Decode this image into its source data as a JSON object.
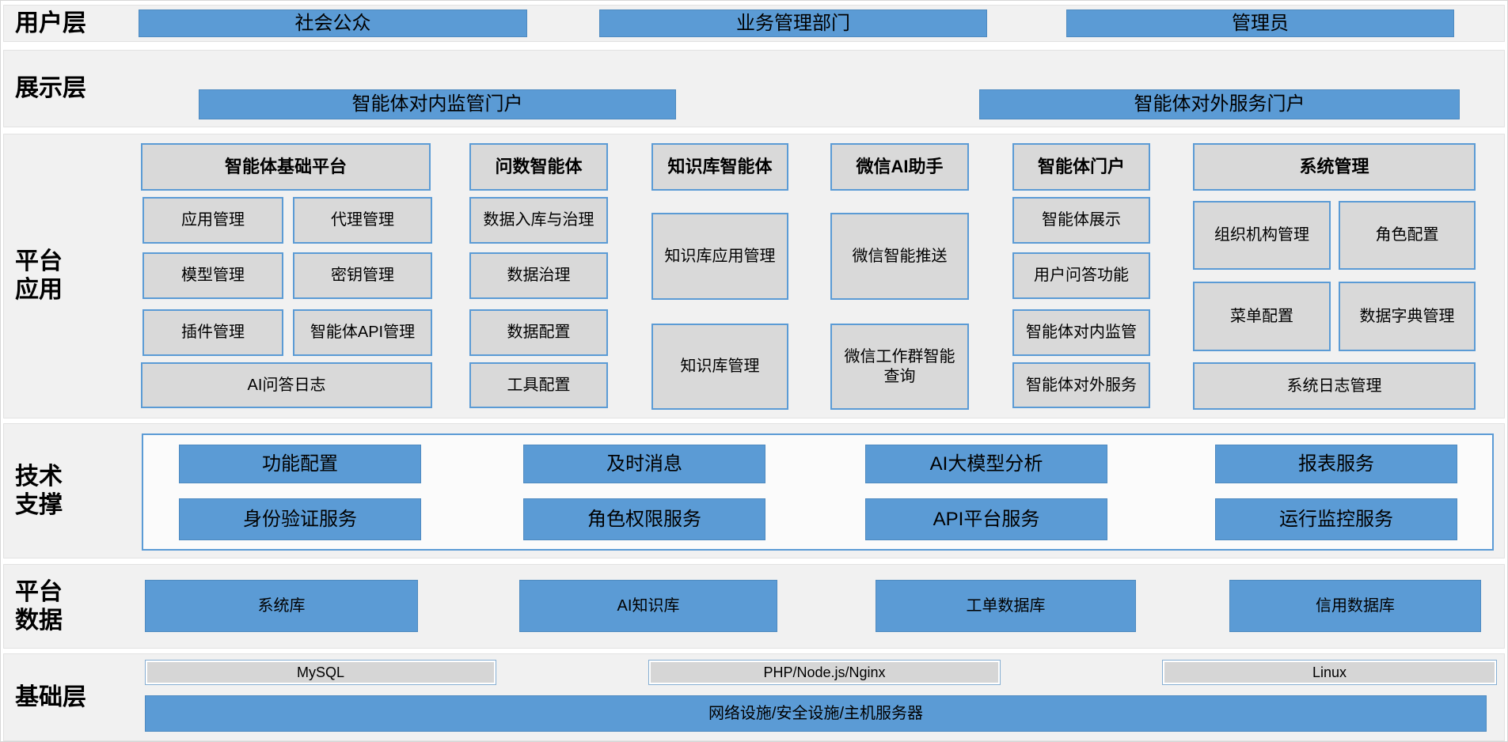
{
  "colors": {
    "accent_blue": "#5b9bd5",
    "box_gray": "#d9d9d9",
    "band_gray": "#f1f1f1"
  },
  "layers": {
    "user": {
      "label": "用户层",
      "boxes": [
        "社会公众",
        "业务管理部门",
        "管理员"
      ]
    },
    "display": {
      "label": "展示层",
      "boxes": [
        "智能体对内监管门户",
        "智能体对外服务门户"
      ]
    },
    "platform_app": {
      "label": "平台\n应用",
      "columns": [
        {
          "header": "智能体基础平台",
          "items": [
            "应用管理",
            "代理管理",
            "模型管理",
            "密钥管理",
            "插件管理",
            "智能体API管理",
            "AI问答日志"
          ]
        },
        {
          "header": "问数智能体",
          "items": [
            "数据入库与治理",
            "数据治理",
            "数据配置",
            "工具配置"
          ]
        },
        {
          "header": "知识库智能体",
          "items": [
            "知识库应用管理",
            "知识库管理"
          ]
        },
        {
          "header": "微信AI助手",
          "items": [
            "微信智能推送",
            "微信工作群智能\n查询"
          ]
        },
        {
          "header": "智能体门户",
          "items": [
            "智能体展示",
            "用户问答功能",
            "智能体对内监管",
            "智能体对外服务"
          ]
        },
        {
          "header": "系统管理",
          "items": [
            "组织机构管理",
            "角色配置",
            "菜单配置",
            "数据字典管理",
            "系统日志管理"
          ]
        }
      ]
    },
    "tech_support": {
      "label": "技术\n支撑",
      "row1": [
        "功能配置",
        "及时消息",
        "AI大模型分析",
        "报表服务"
      ],
      "row2": [
        "身份验证服务",
        "角色权限服务",
        "API平台服务",
        "运行监控服务"
      ]
    },
    "platform_data": {
      "label": "平台\n数据",
      "boxes": [
        "系统库",
        "AI知识库",
        "工单数据库",
        "信用数据库"
      ]
    },
    "infrastructure": {
      "label": "基础层",
      "tech_stack": [
        "MySQL",
        "PHP/Node.js/Nginx",
        "Linux"
      ],
      "base": "网络设施/安全设施/主机服务器"
    }
  }
}
